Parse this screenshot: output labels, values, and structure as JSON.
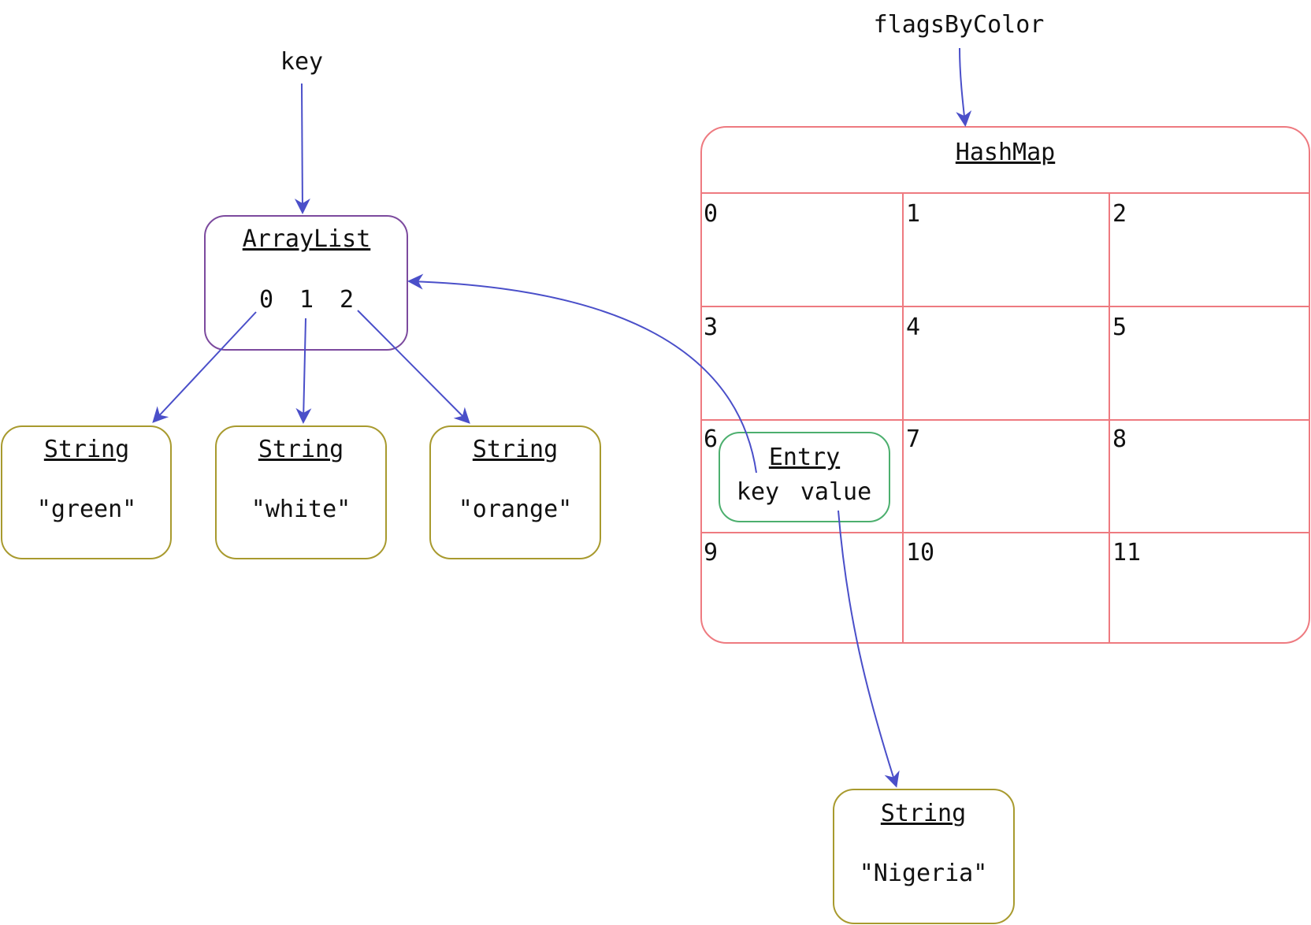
{
  "colors": {
    "arrow": "#4a4fc9",
    "arraylist_border": "#7c4a9e",
    "string_border": "#a89a2e",
    "hashmap_border": "#ee7a80",
    "entry_border": "#4caf6e"
  },
  "variables": {
    "key": "key",
    "flags_by_color": "flagsByColor"
  },
  "arraylist": {
    "title": "ArrayList",
    "indices": [
      "0",
      "1",
      "2"
    ]
  },
  "strings": [
    {
      "title": "String",
      "value": "\"green\""
    },
    {
      "title": "String",
      "value": "\"white\""
    },
    {
      "title": "String",
      "value": "\"orange\""
    }
  ],
  "hashmap": {
    "title": "HashMap",
    "cells": [
      "0",
      "1",
      "2",
      "3",
      "4",
      "5",
      "6",
      "7",
      "8",
      "9",
      "10",
      "11"
    ]
  },
  "entry": {
    "title": "Entry",
    "key_label": "key",
    "value_label": "value"
  },
  "nigeria_string": {
    "title": "String",
    "value": "\"Nigeria\""
  }
}
